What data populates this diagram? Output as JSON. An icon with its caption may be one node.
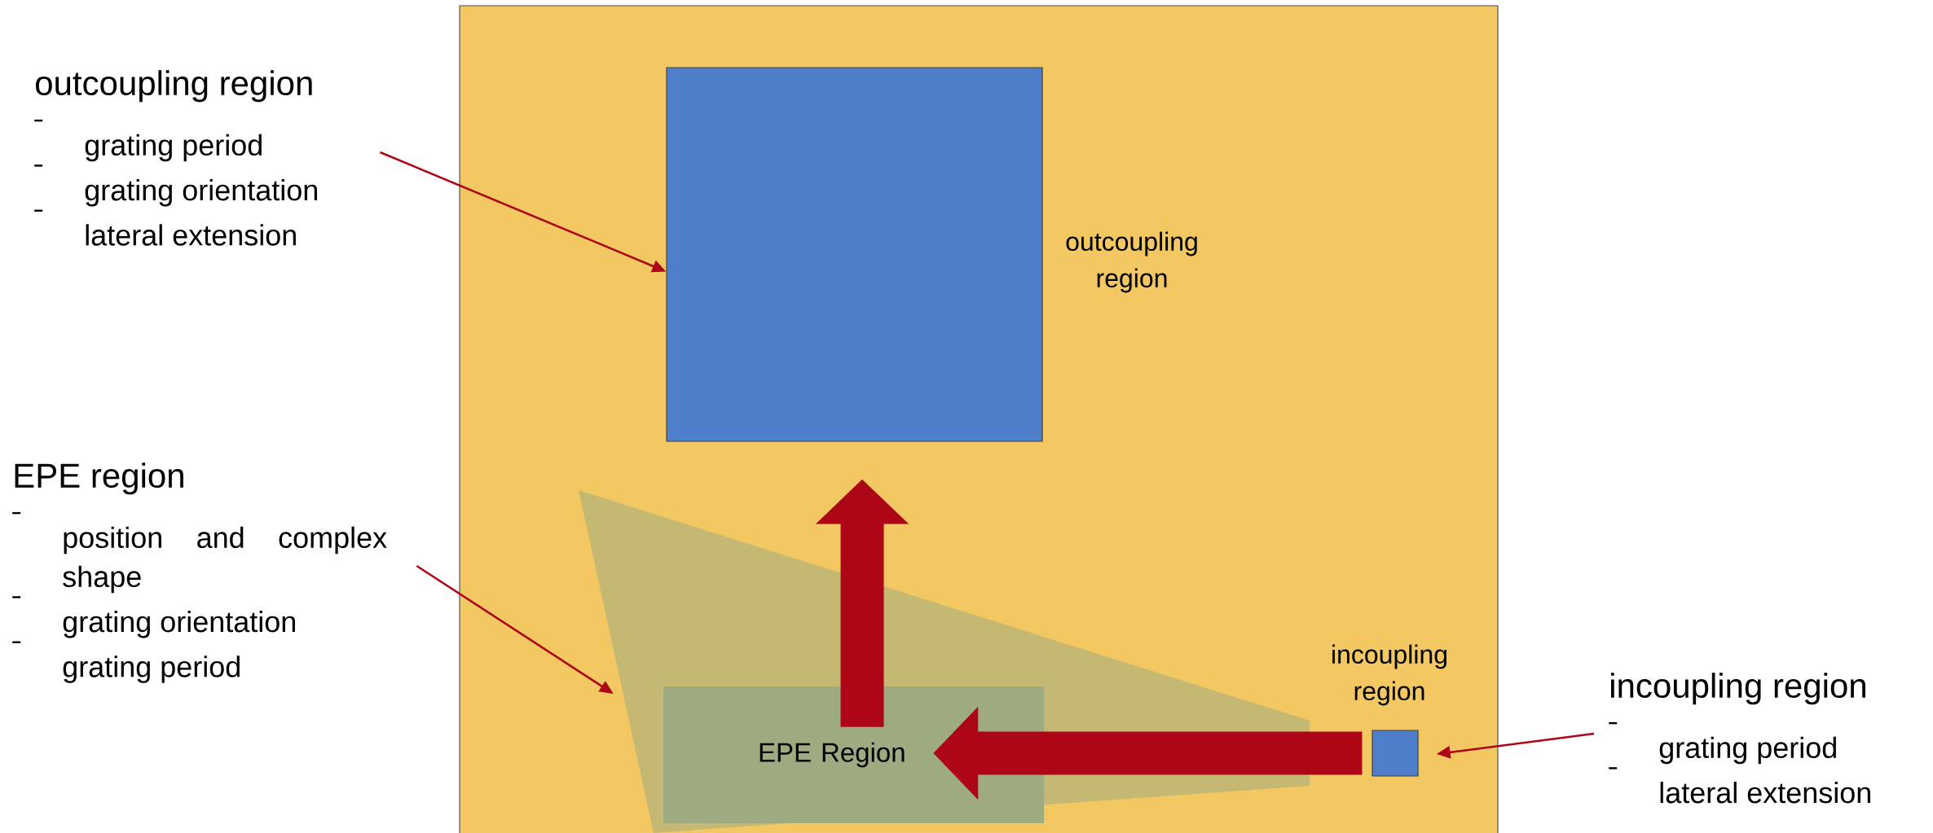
{
  "diagram": {
    "nodes": [
      {
        "text": [
          "outcoupling region",
          "grating period",
          "grating orientation",
          "lateral extension"
        ]
      },
      {
        "text": [],
        "shape": "box",
        "beside": [
          "outcoupling region"
        ]
      },
      {
        "text": [
          "EPE region",
          "position and complex shape",
          "grating orientation",
          "grating period"
        ]
      },
      {
        "text": [],
        "shape": "polygon"
      },
      {
        "text": [
          "EPE Region"
        ],
        "in": 3
      },
      {
        "text": [],
        "shape": "box",
        "beside": [
          "incoupling region"
        ]
      },
      {
        "text": [
          "incoupling region",
          "grating period",
          "lateral extension"
        ]
      }
    ],
    "edges": [
      {
        "from": 0,
        "to": 1,
        "arrow": "to"
      },
      {
        "from": 2,
        "to": 3,
        "arrow": "to"
      },
      {
        "from": 6,
        "to": 5,
        "arrow": "to"
      },
      {
        "from": 5,
        "to": 4,
        "arrow": "to",
        "style": "thick"
      },
      {
        "from": 4,
        "to": 1,
        "arrow": "to",
        "style": "thick"
      }
    ]
  }
}
